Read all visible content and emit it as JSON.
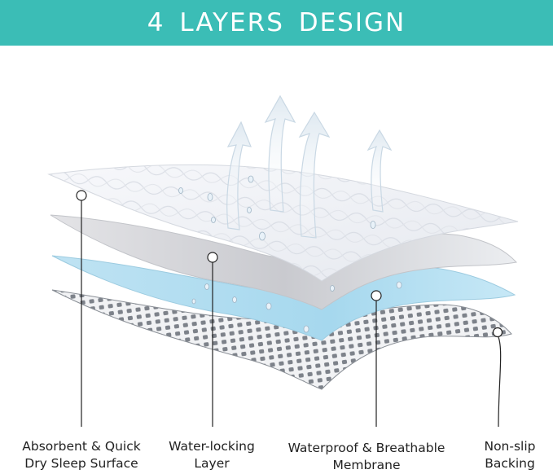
{
  "banner": {
    "title": "4  LAYERS  DESIGN",
    "background_color": "#3bbdb6",
    "text_color": "#ffffff"
  },
  "layers": [
    {
      "line1": "Absorbent & Quick",
      "line2": "Dry Sleep Surface",
      "color": "#f4f6f9"
    },
    {
      "line1": "Water-locking",
      "line2": "Layer",
      "color": "#d9dade"
    },
    {
      "line1": "Waterproof & Breathable",
      "line2": "Membrane",
      "color": "#a9d9ef"
    },
    {
      "line1": "Non-slip",
      "line2": "Backing",
      "color": "#8e939a"
    }
  ],
  "icons": {
    "arrows": "upward-airflow-arrows-icon",
    "droplets": "water-droplet-icon"
  }
}
